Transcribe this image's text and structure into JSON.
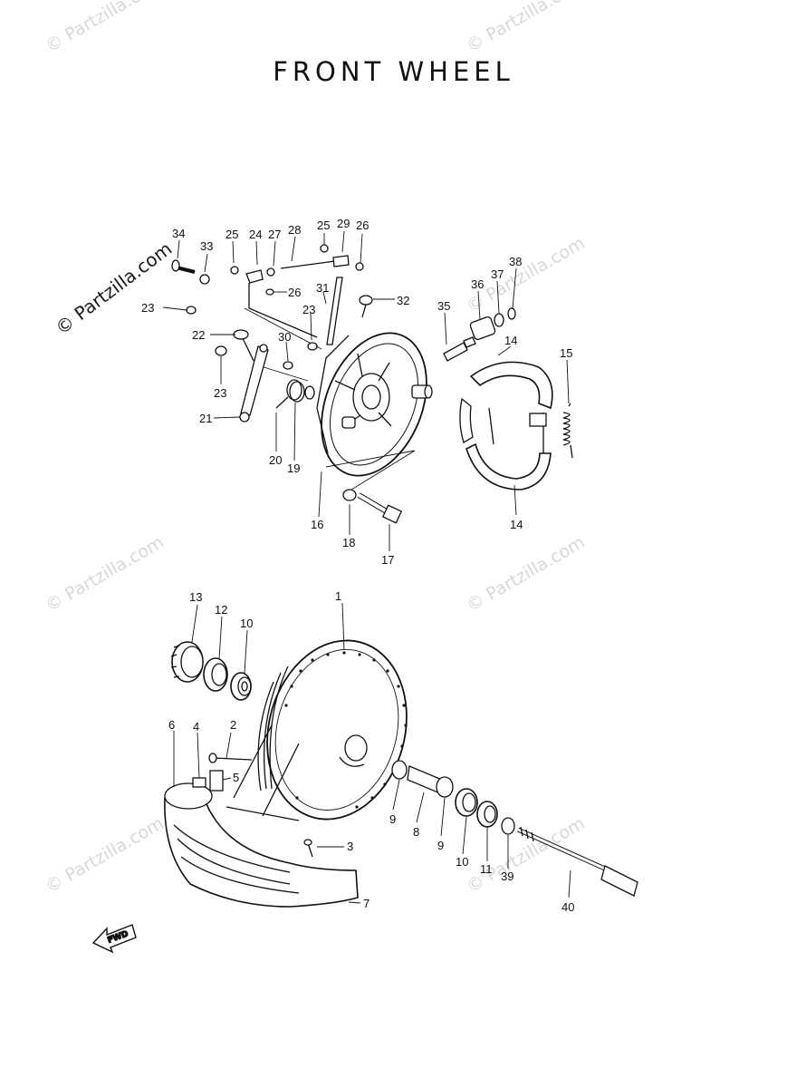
{
  "title": "FRONT WHEEL",
  "watermark": "© Partzilla.com",
  "fwd_label": "FWD",
  "callouts": {
    "c1": "1",
    "c2": "2",
    "c3": "3",
    "c4": "4",
    "c5": "5",
    "c6": "6",
    "c7": "7",
    "c8": "8",
    "c9a": "9",
    "c9b": "9",
    "c10a": "10",
    "c10b": "10",
    "c11": "11",
    "c12": "12",
    "c13": "13",
    "c14a": "14",
    "c14b": "14",
    "c15": "15",
    "c16": "16",
    "c17": "17",
    "c18": "18",
    "c19": "19",
    "c20": "20",
    "c21": "21",
    "c22": "22",
    "c23a": "23",
    "c23b": "23",
    "c23c": "23",
    "c24": "24",
    "c25a": "25",
    "c25b": "25",
    "c26a": "26",
    "c26b": "26",
    "c27": "27",
    "c28": "28",
    "c29": "29",
    "c30": "30",
    "c31": "31",
    "c32": "32",
    "c33": "33",
    "c34": "34",
    "c35": "35",
    "c36": "36",
    "c37": "37",
    "c38": "38",
    "c39": "39",
    "c40": "40"
  }
}
